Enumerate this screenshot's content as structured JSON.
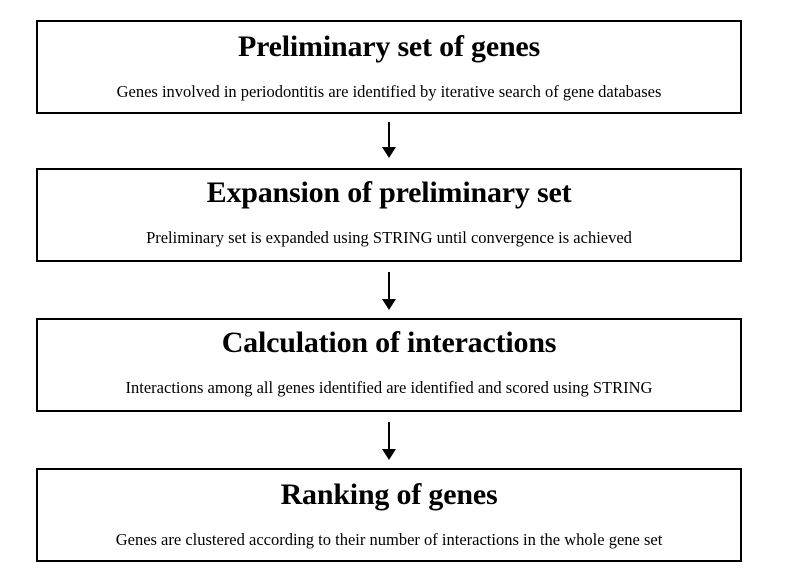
{
  "diagram": {
    "steps": [
      {
        "title": "Preliminary set of genes",
        "description": "Genes involved in periodontitis are identified by iterative search of gene databases"
      },
      {
        "title": "Expansion of preliminary set",
        "description": "Preliminary set is expanded using STRING until convergence is achieved"
      },
      {
        "title": "Calculation of interactions",
        "description": "Interactions among all genes identified are identified and scored using STRING"
      },
      {
        "title": "Ranking of genes",
        "description": "Genes are clustered according to their number of interactions in the whole gene set"
      }
    ],
    "colors": {
      "stroke": "#000000",
      "background": "#ffffff"
    }
  }
}
